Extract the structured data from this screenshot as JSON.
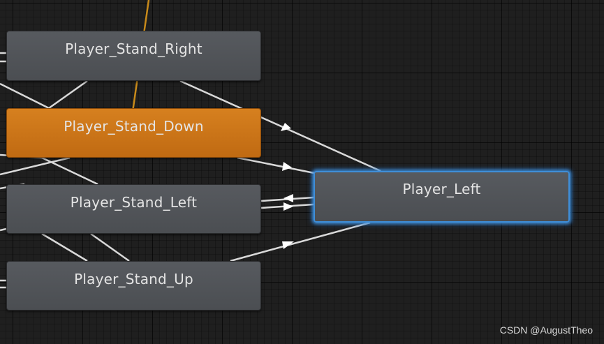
{
  "states": {
    "stand_right": {
      "label": "Player_Stand_Right"
    },
    "stand_down": {
      "label": "Player_Stand_Down"
    },
    "stand_left": {
      "label": "Player_Stand_Left"
    },
    "stand_up": {
      "label": "Player_Stand_Up"
    },
    "player_left": {
      "label": "Player_Left"
    }
  },
  "colors": {
    "canvas": "#1f1f1f",
    "node": "#515459",
    "default_state": "#cd7619",
    "selected_outline": "#3f8ed8",
    "transition": "#d9d9d9",
    "default_transition": "#c88a1a"
  },
  "watermark": {
    "text": "CSDN @AugustTheo"
  }
}
